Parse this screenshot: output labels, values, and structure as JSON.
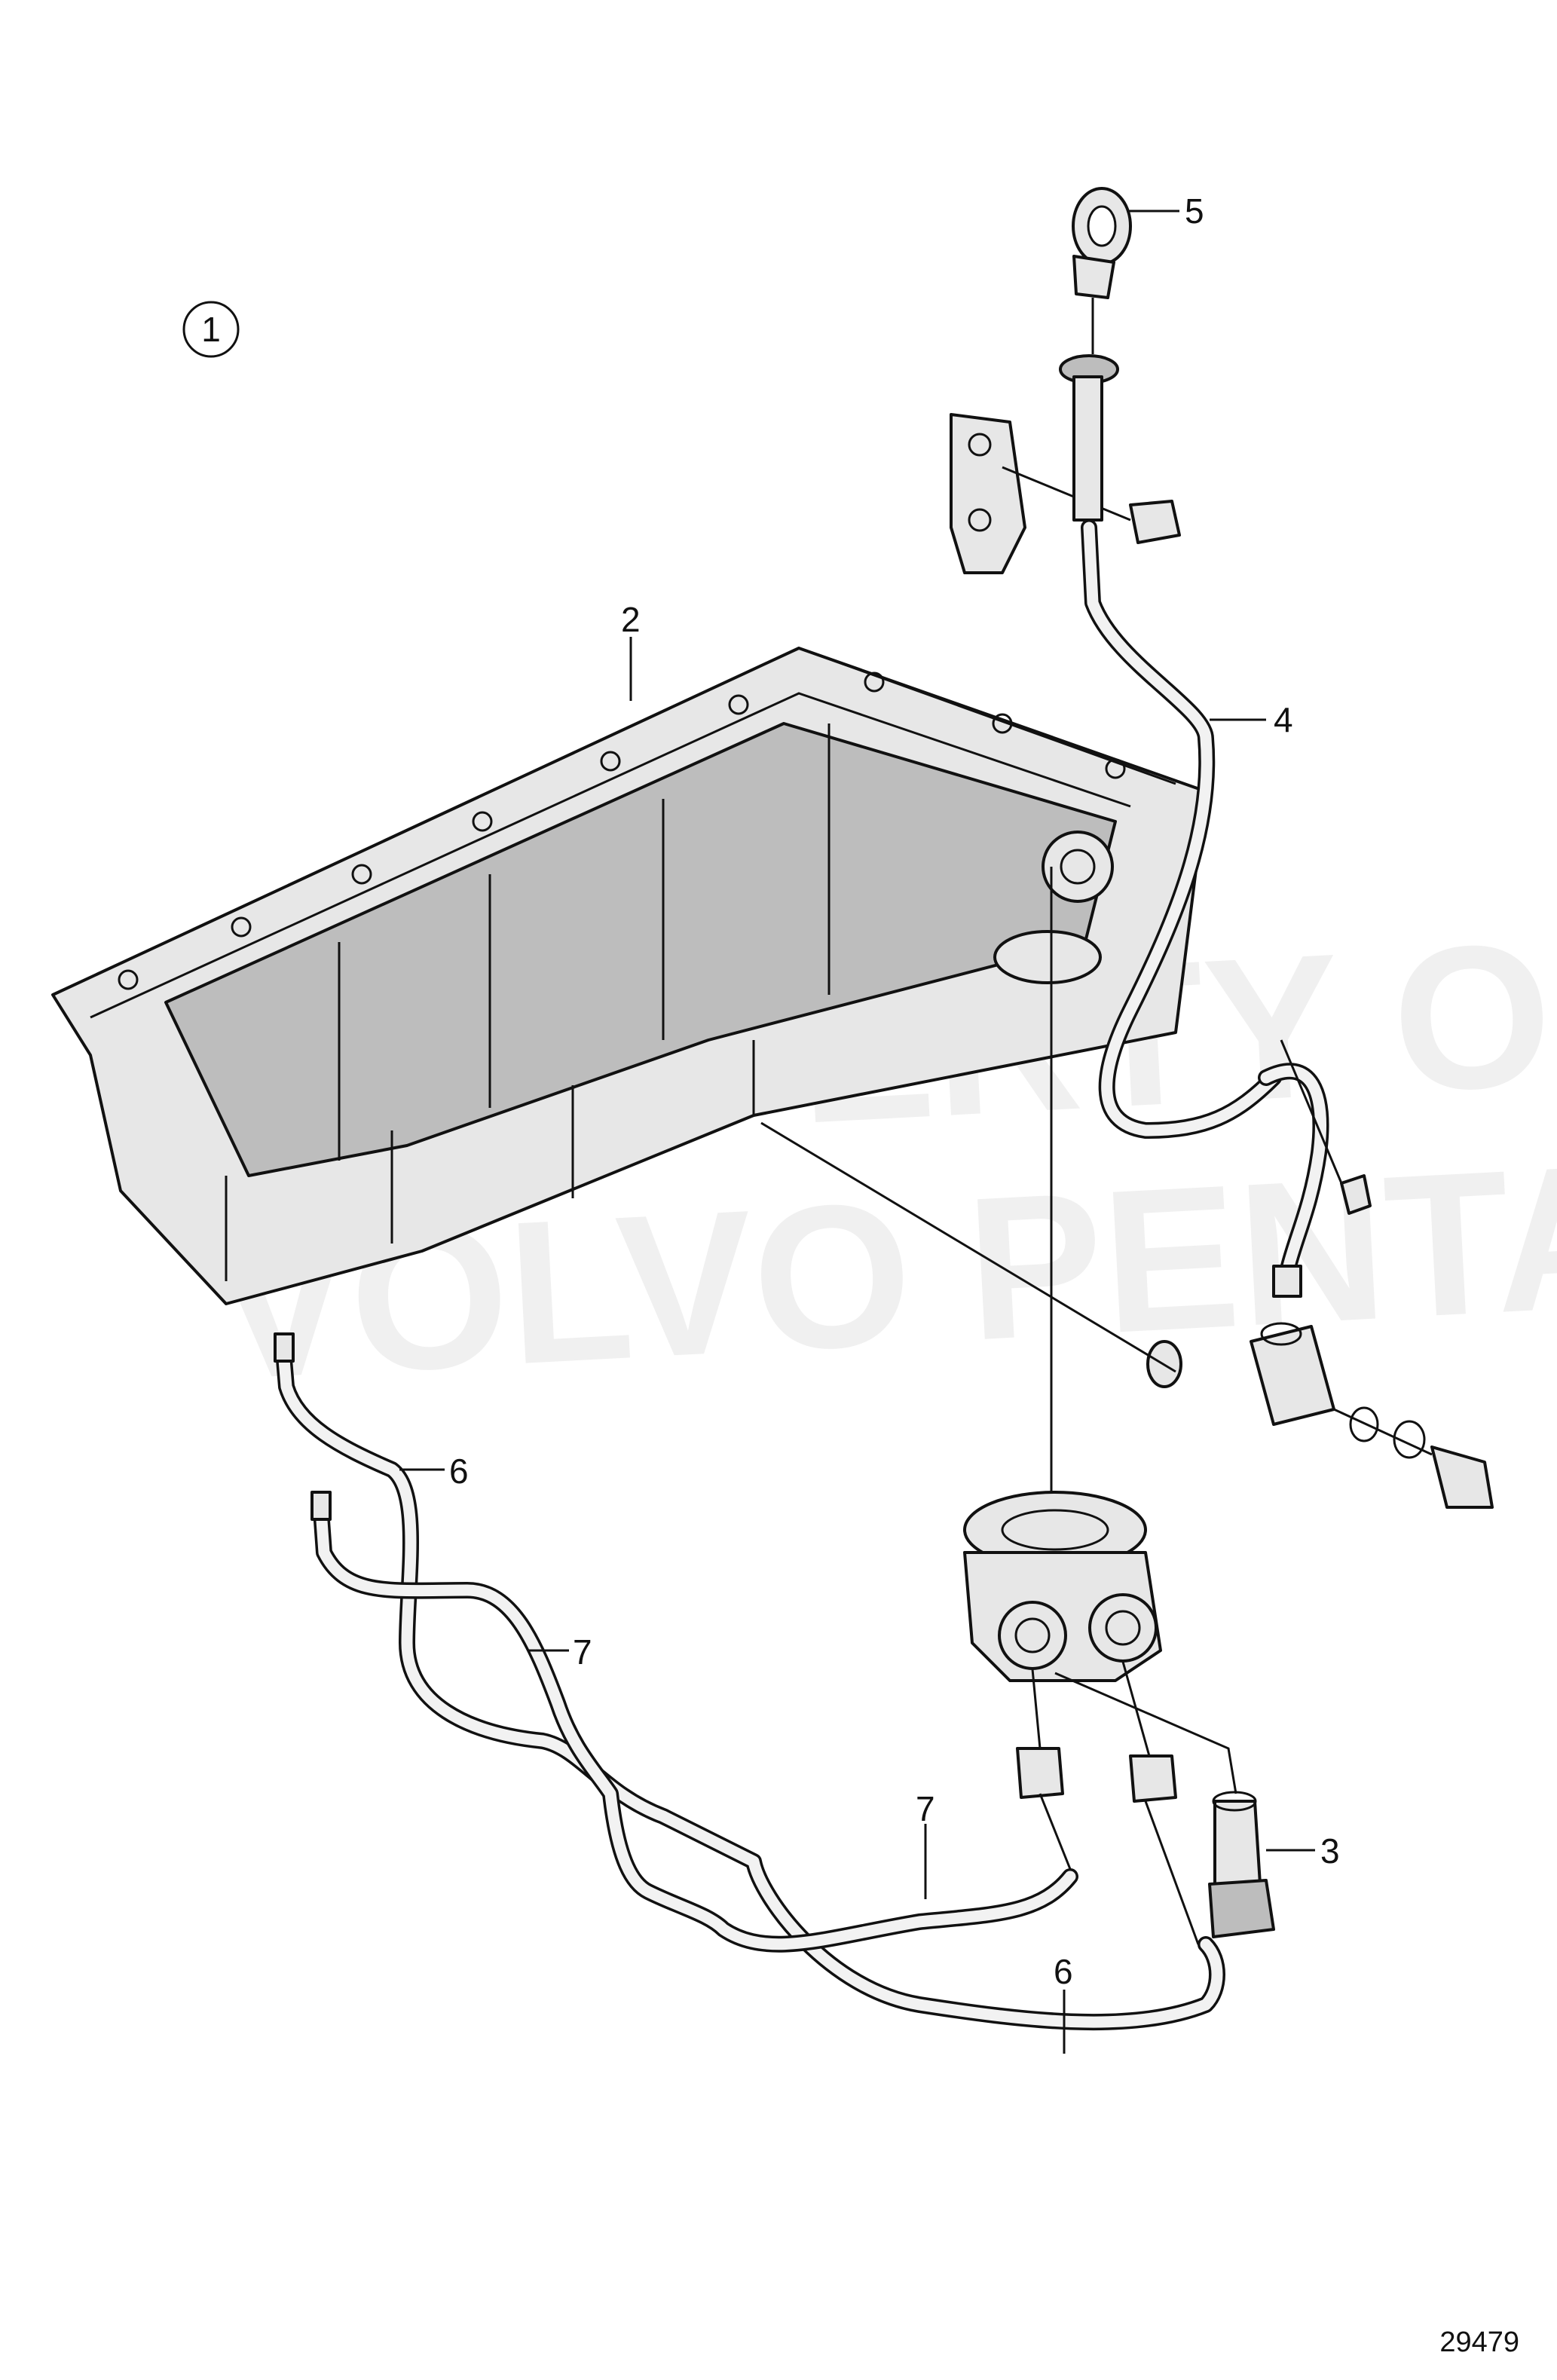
{
  "watermark": {
    "line1": "PROPERTY OF",
    "line2": "VOLVO PENTA"
  },
  "group_marker": "1",
  "callouts": [
    {
      "id": "2"
    },
    {
      "id": "3"
    },
    {
      "id": "4"
    },
    {
      "id": "5"
    },
    {
      "id": "6a",
      "label": "6"
    },
    {
      "id": "6b",
      "label": "6"
    },
    {
      "id": "7a",
      "label": "7"
    },
    {
      "id": "7b",
      "label": "7"
    }
  ],
  "labels": {
    "c2": "2",
    "c3": "3",
    "c4": "4",
    "c5": "5",
    "c6a": "6",
    "c6b": "6",
    "c7a": "7",
    "c7b": "7"
  },
  "document_number": "29479",
  "colors": {
    "line": "#111111",
    "part_fill": "#e7e7e7",
    "part_shadow": "#bdbdbd",
    "background": "#ffffff"
  }
}
